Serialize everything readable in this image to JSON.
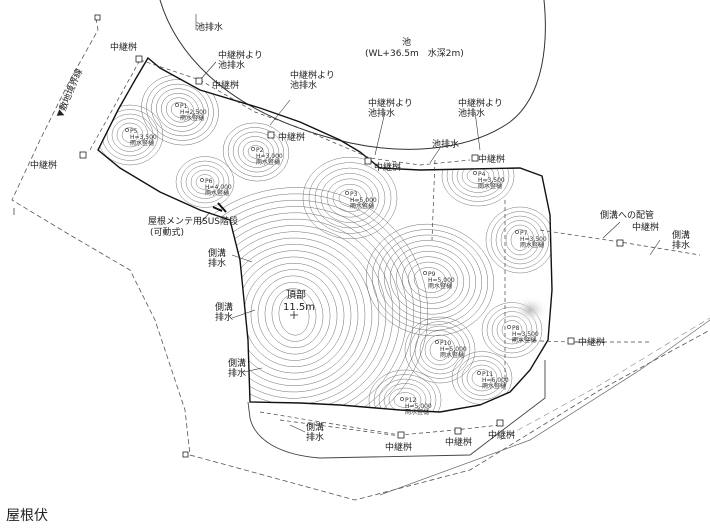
{
  "pond": {
    "name": "池",
    "spec": "(WL+36.5m　水深2m)"
  },
  "boundary_label": "▼敷地境界線",
  "peak": {
    "label": "頂部",
    "height": "11.5m"
  },
  "maintenance_ladder": {
    "line1": "屋根メンテ用SUS階段",
    "line2": "(可動式)"
  },
  "drain_to_pond": {
    "line1": "中継桝より",
    "line2": "池排水"
  },
  "pond_drain": "池排水",
  "junction_box": "中継桝",
  "side_gutter": {
    "line1": "側溝",
    "line2": "排水"
  },
  "pipe_to_gutter": "側溝への配管",
  "drain_type": "雨水竪樋",
  "points": [
    {
      "id": "P1",
      "h": "H=2,500"
    },
    {
      "id": "P5",
      "h": "H=3,500"
    },
    {
      "id": "P2",
      "h": "H=3,000"
    },
    {
      "id": "P6",
      "h": "H=4,000"
    },
    {
      "id": "P3",
      "h": "H=5,000"
    },
    {
      "id": "P4",
      "h": "H=3,500"
    },
    {
      "id": "P7",
      "h": "H=3,500"
    },
    {
      "id": "P9",
      "h": "H=5,000"
    },
    {
      "id": "P8",
      "h": "H=3,500"
    },
    {
      "id": "P10",
      "h": "H=5,000"
    },
    {
      "id": "P11",
      "h": "H=6,000"
    },
    {
      "id": "P12",
      "h": "H=5,000"
    }
  ],
  "caption": "屋根伏"
}
